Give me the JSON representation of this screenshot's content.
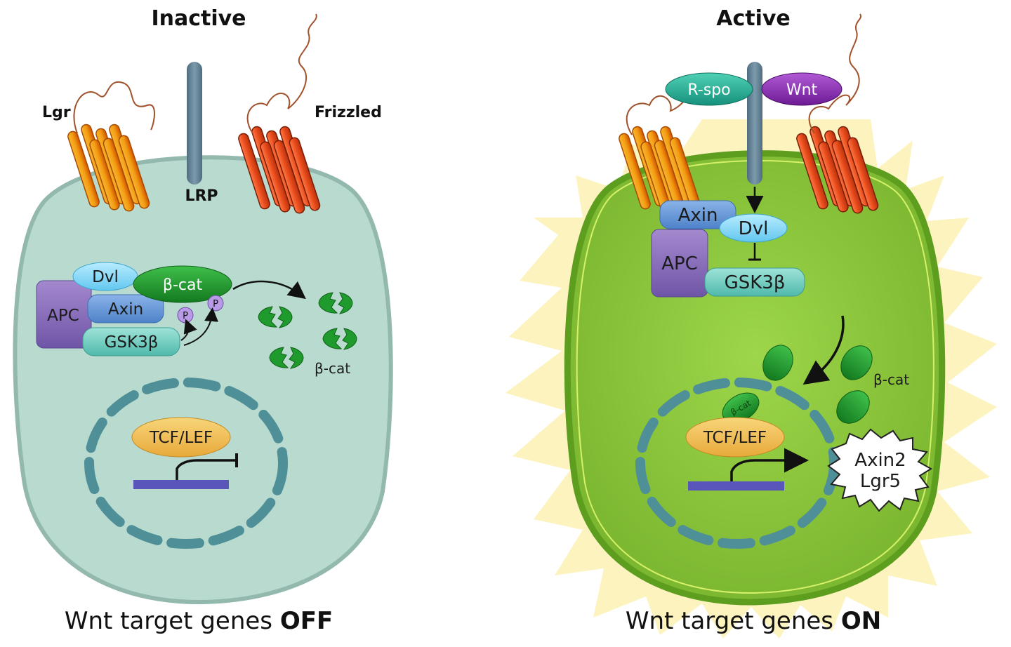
{
  "panels": {
    "inactive": {
      "title": "Inactive",
      "labels": {
        "lgr": "Lgr",
        "lrp": "LRP",
        "frizzled": "Frizzled"
      },
      "proteins": {
        "dvl": "Dvl",
        "bcat": "β-cat",
        "apc": "APC",
        "axin": "Axin",
        "gsk3b": "GSK3β",
        "phospho": "P",
        "tcf_lef": "TCF/LEF"
      },
      "degraded_label": "β-cat",
      "caption_prefix": "Wnt target genes ",
      "caption_state": "OFF"
    },
    "active": {
      "title": "Active",
      "ligands": {
        "rspo": "R-spo",
        "wnt": "Wnt"
      },
      "proteins": {
        "axin": "Axin",
        "dvl": "Dvl",
        "apc": "APC",
        "gsk3b": "GSK3β",
        "tcf_lef": "TCF/LEF",
        "bcat_small": "β-cat"
      },
      "free_bcat_label": "β-cat",
      "target_genes": [
        "Axin2",
        "Lgr5"
      ],
      "caption_prefix": "Wnt target genes ",
      "caption_state": "ON"
    }
  },
  "colors": {
    "inactive_cell": "#b9dbcf",
    "active_cell": "#8cc63f",
    "lgr_receptor": "#f29a1e",
    "frizzled_receptor": "#ee5a24",
    "lrp": "#5f7f94",
    "bcat": "#1f9a2c",
    "rspo": "#2bb39a",
    "wnt": "#8e2fb3"
  }
}
